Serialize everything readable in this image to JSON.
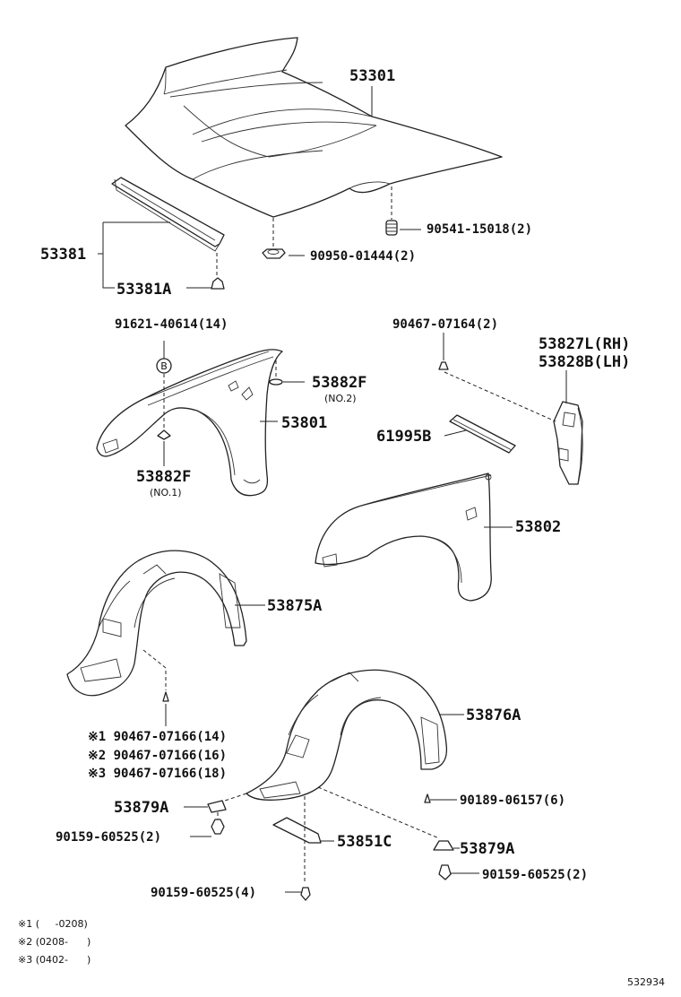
{
  "callouts": {
    "hood": "53301",
    "hood_cushion": "90541-15018(2)",
    "hood_seal_clip": "90950-01444(2)",
    "seal_assembly": "53381",
    "seal_clip": "53381A",
    "fender_bolt": "91621-40614(14)",
    "fender_bolt_marker": "B",
    "fender_rh": "53801",
    "fender_liner_clip_no2": "53882F",
    "fender_liner_clip_no2_sub": "(NO.2)",
    "fender_liner_clip_no1": "53882F",
    "fender_liner_clip_no1_sub": "(NO.1)",
    "side_screw": "90467-07164(2)",
    "shield_rh": "53827L(RH)",
    "shield_lh": "53828B(LH)",
    "fender_seal": "61995B",
    "fender_lh": "53802",
    "liner_rh": "53875A",
    "liner_clip_1": "※1 90467-07166(14)",
    "liner_clip_2": "※2 90467-07166(16)",
    "liner_clip_3": "※3 90467-07166(18)",
    "liner_lh": "53876A",
    "liner_screw": "90189-06157(6)",
    "splash_retainer_left": "53879A",
    "bolt_left": "90159-60525(2)",
    "splash_cover": "53851C",
    "splash_retainer_right": "53879A",
    "bolt_right": "90159-60525(2)",
    "bolt_bottom": "90159-60525(4)"
  },
  "notes": {
    "note1": "※1 (     -0208)",
    "note2": "※2 (0208-      )",
    "note3": "※3 (0402-      )"
  },
  "figure_id": "532934"
}
